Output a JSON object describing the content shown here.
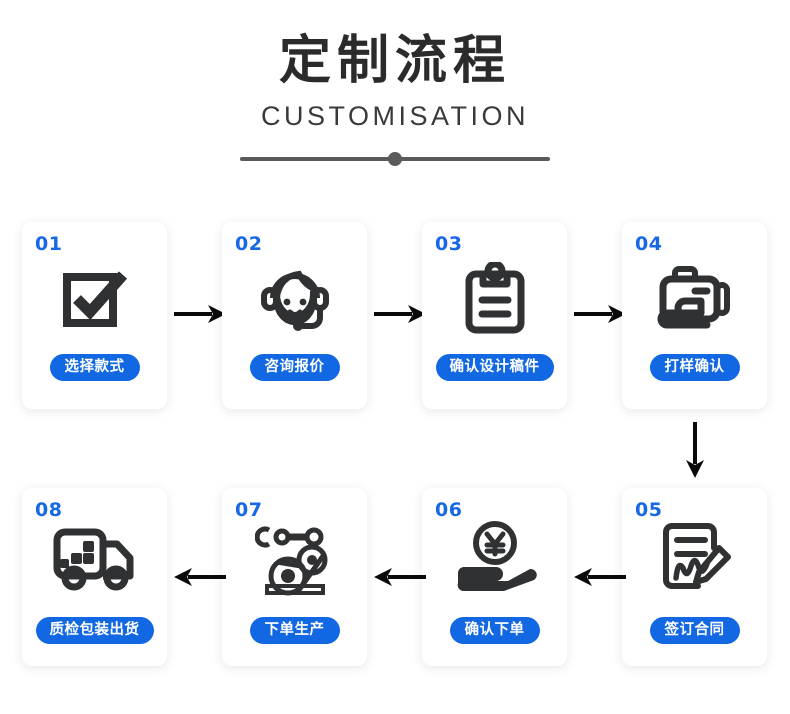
{
  "header": {
    "title_cn": "定制流程",
    "title_en": "CUSTOMISATION"
  },
  "theme": {
    "accent_blue": "#1268e2",
    "number_blue": "#1668e3",
    "icon_dark": "#2f3133",
    "divider_gray": "#5a5a5a",
    "page_background": "#ffffff",
    "card_background": "#ffffff"
  },
  "flow": {
    "steps": [
      {
        "number": "01",
        "label": "选择款式",
        "icon": "checkbox-check-icon",
        "row": 1,
        "column": 1
      },
      {
        "number": "02",
        "label": "咨询报价",
        "icon": "headset-agent-icon",
        "row": 1,
        "column": 2
      },
      {
        "number": "03",
        "label": "确认设计稿件",
        "icon": "clipboard-icon",
        "row": 1,
        "column": 3
      },
      {
        "number": "04",
        "label": "打样确认",
        "icon": "sewing-machine-icon",
        "row": 1,
        "column": 4
      },
      {
        "number": "05",
        "label": "签订合同",
        "icon": "contract-signing-icon",
        "row": 2,
        "column": 4
      },
      {
        "number": "06",
        "label": "确认下单",
        "icon": "hand-holding-yuan-coin-icon",
        "row": 2,
        "column": 3
      },
      {
        "number": "07",
        "label": "下单生产",
        "icon": "robot-arm-icon",
        "row": 2,
        "column": 2
      },
      {
        "number": "08",
        "label": "质检包装出货",
        "icon": "delivery-truck-icon",
        "row": 2,
        "column": 1
      }
    ],
    "connectors": [
      {
        "icon": "arrow-right-icon",
        "direction": "right"
      },
      {
        "icon": "arrow-right-icon",
        "direction": "right"
      },
      {
        "icon": "arrow-right-icon",
        "direction": "right"
      },
      {
        "icon": "arrow-down-icon",
        "direction": "down"
      },
      {
        "icon": "arrow-left-icon",
        "direction": "left"
      },
      {
        "icon": "arrow-left-icon",
        "direction": "left"
      },
      {
        "icon": "arrow-left-icon",
        "direction": "left"
      }
    ]
  }
}
